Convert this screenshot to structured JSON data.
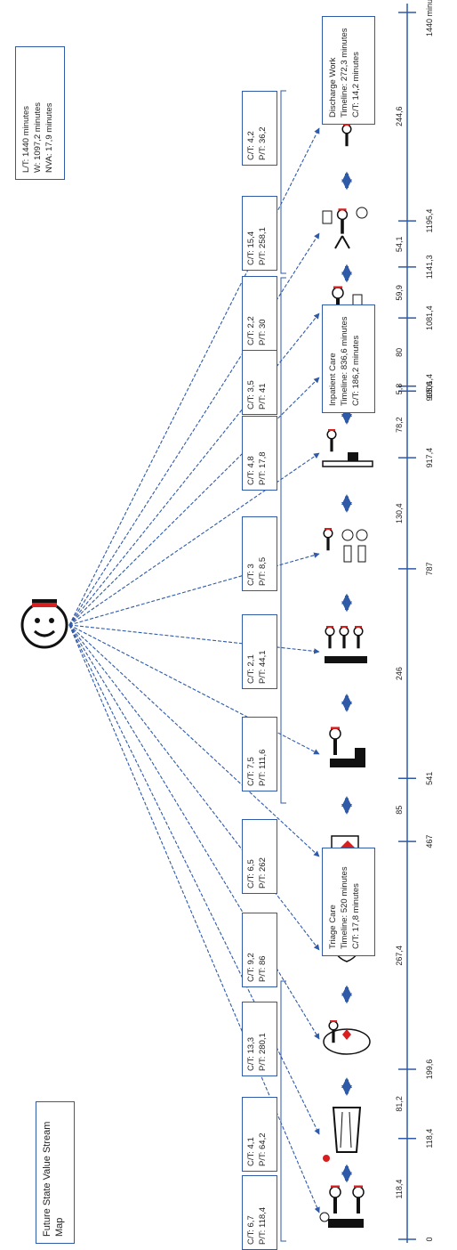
{
  "title": "Future State Value Stream Map",
  "totals": [
    "L/T: 1440 minutes",
    "W: 1097,2 minutes",
    "NVA: 17,9 minutes"
  ],
  "steps": [
    {
      "id": "reception",
      "icon": "patient-reception-icon",
      "ct": "C/T: 6,7",
      "pt": "P/T: 118,4"
    },
    {
      "id": "triage",
      "icon": "triage-cabinet-icon",
      "ct": "C/T: 4,1",
      "pt": "P/T: 64,2"
    },
    {
      "id": "ecg",
      "icon": "ecg-exam-icon",
      "ct": "C/T: 13,3",
      "pt": "P/T: 280,1"
    },
    {
      "id": "vital-signs",
      "icon": "stethoscope-icon",
      "ct": "C/T: 9,2",
      "pt": "P/T: 86"
    },
    {
      "id": "blood-sample",
      "icon": "blood-lab-icon",
      "ct": "C/T: 6,5",
      "pt": "P/T: 262"
    },
    {
      "id": "bed-transfer",
      "icon": "patient-bed-icon",
      "ct": "C/T: 7,5",
      "pt": "P/T: 111,6"
    },
    {
      "id": "ward-round",
      "icon": "care-team-icon",
      "ct": "C/T: 2,1",
      "pt": "P/T: 44,1"
    },
    {
      "id": "consult",
      "icon": "phone-consult-icon",
      "ct": "C/T: 3",
      "pt": "P/T: 8,5"
    },
    {
      "id": "admin",
      "icon": "desk-admin-icon",
      "ct": "C/T: 4,8",
      "pt": "P/T: 17,8"
    },
    {
      "id": "mobilize",
      "icon": "walking-patient-icon",
      "ct": "C/T: 3,5",
      "pt": "P/T: 41"
    },
    {
      "id": "transport",
      "icon": "transport-patient-icon",
      "ct": "C/T: 2,2",
      "pt": "P/T: 30"
    },
    {
      "id": "discharge-planning",
      "icon": "planning-icon",
      "ct": "C/T: 15,4",
      "pt": "P/T: 258,1"
    },
    {
      "id": "discharge",
      "icon": "no-entry-icon",
      "ct": "C/T: 4,2",
      "pt": "P/T: 36,2"
    }
  ],
  "phases": [
    {
      "id": "triage-care",
      "lines": [
        "Triage Care",
        "Timeline: 520 minutes",
        "C/T: 17,8 minutes"
      ]
    },
    {
      "id": "inpatient-care",
      "lines": [
        "Inpatient Care",
        "Timeline: 836,6 minutes",
        "C/T: 186,2 minutes"
      ]
    },
    {
      "id": "discharge-work",
      "lines": [
        "Discharge Work",
        "Timeline: 272,3 minutes",
        "C/T: 14,2 minutes"
      ]
    }
  ],
  "timeline": {
    "tick_labels": [
      "0",
      "118,4",
      "199,6",
      "467",
      "541",
      "787",
      "917,4",
      "995,6",
      "1001,4",
      "1081,4",
      "1141,3",
      "1195,4",
      "1440 minutes"
    ],
    "segment_labels": [
      "118,4",
      "81,2",
      "267,4",
      "85",
      "246",
      "130,4",
      "78,2",
      "5,8",
      "80",
      "59,9",
      "54,1",
      "244,6"
    ],
    "end_label": "244,6",
    "phase_pos": [
      0,
      118.4,
      199.6,
      467,
      541,
      787,
      917.4,
      995.6,
      1001.4,
      1081.4,
      1141.3,
      1195.4,
      1440
    ],
    "segment_pos": [
      59,
      159,
      333,
      504,
      664,
      852,
      956,
      998,
      1041,
      1111,
      1168,
      1318
    ]
  },
  "colors": {
    "line": "#2f5aa8",
    "accent": "#d81e1e",
    "ink": "#111111"
  }
}
